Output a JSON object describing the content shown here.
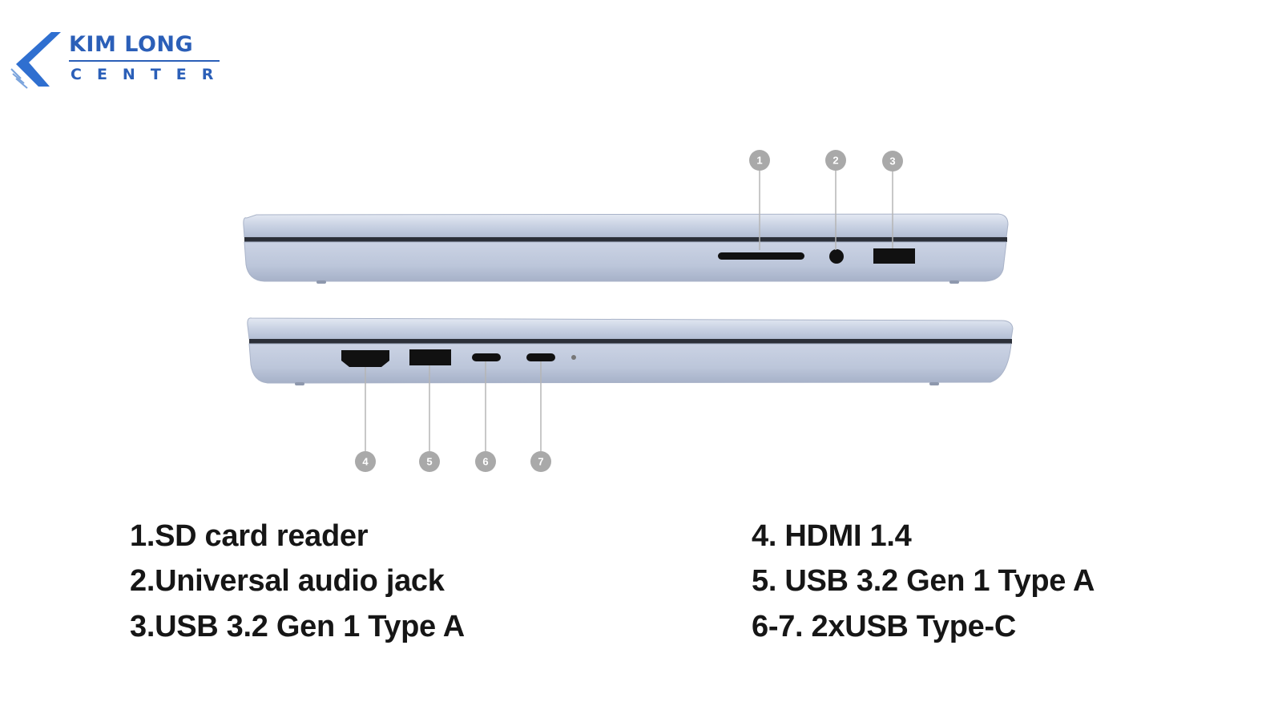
{
  "logo": {
    "line1": "KIM LONG",
    "line2": "CENTER",
    "color": "#2b5fb8"
  },
  "callouts": {
    "top": [
      "1",
      "2",
      "3"
    ],
    "bottom": [
      "4",
      "5",
      "6",
      "7"
    ]
  },
  "specs": {
    "left": [
      "1.SD card reader",
      "2.Universal audio jack",
      "3.USB 3.2 Gen 1 Type A"
    ],
    "right": [
      "4. HDMI 1.4",
      "5. USB 3.2 Gen 1 Type A",
      "6-7. 2xUSB Type-C"
    ]
  }
}
